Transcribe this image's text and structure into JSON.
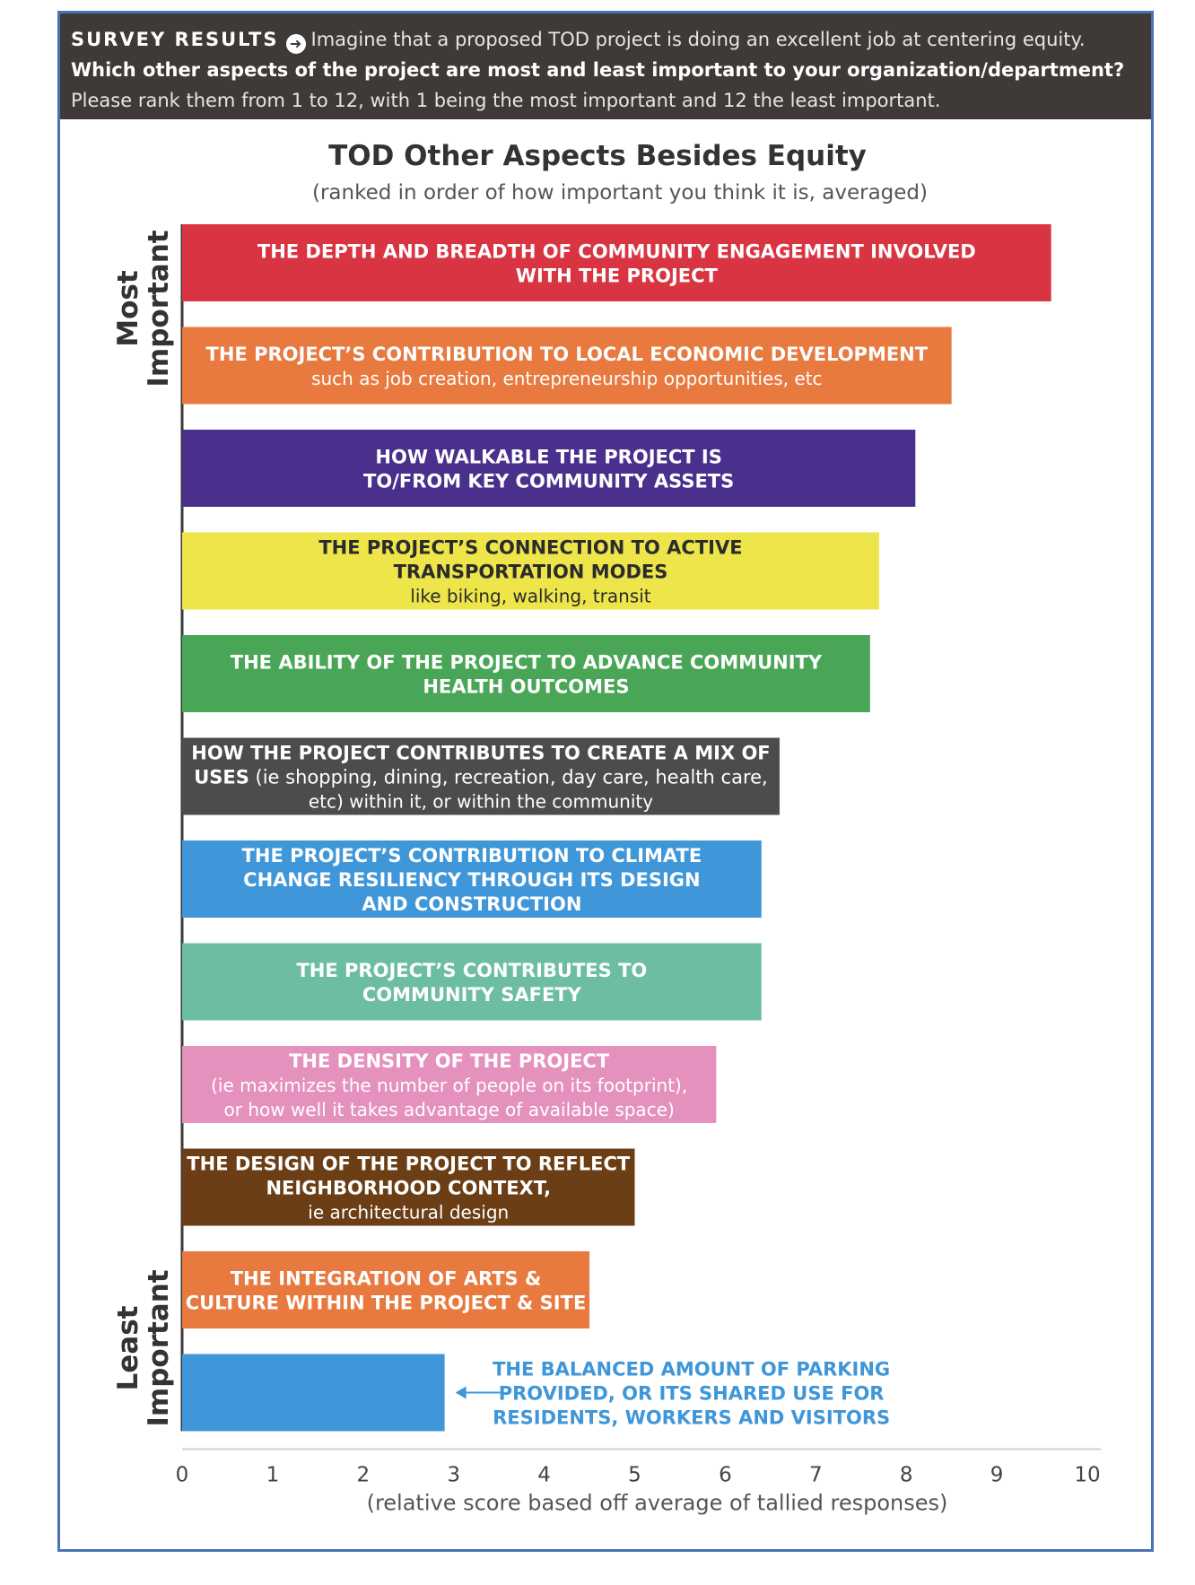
{
  "header": {
    "tag": "SURVEY RESULTS",
    "line1": "Imagine that a proposed TOD project is doing an excellent job at centering equity.",
    "line2": "Which other aspects of the project are most and least important to your organization/department?",
    "line3": "Please rank them from 1 to 12, with 1 being the most important and 12 the least important.",
    "icon": "circle-arrow-right-icon"
  },
  "side_labels": {
    "top": [
      "Most",
      "Important"
    ],
    "bottom": [
      "Least",
      "Important"
    ]
  },
  "chart_data": {
    "type": "bar",
    "orientation": "horizontal",
    "title": "TOD Other Aspects Besides Equity",
    "subtitle": "(ranked in order of how important you think it is, averaged)",
    "xlabel": "(relative score based off average of tallied responses)",
    "xlim": [
      0,
      10
    ],
    "xticks": [
      0,
      1,
      2,
      3,
      4,
      5,
      6,
      7,
      8,
      9,
      10
    ],
    "grid": false,
    "bars": [
      {
        "value": 9.6,
        "color": "#d93442",
        "text_color": "#ffffff",
        "label": [
          "THE DEPTH AND BREADTH OF COMMUNITY ENGAGEMENT INVOLVED",
          "WITH THE PROJECT"
        ],
        "sub": []
      },
      {
        "value": 8.5,
        "color": "#e8793f",
        "text_color": "#ffffff",
        "label": [
          "THE PROJECT’S CONTRIBUTION TO LOCAL ECONOMIC DEVELOPMENT"
        ],
        "sub": [
          "such as job creation, entrepreneurship opportunities, etc"
        ]
      },
      {
        "value": 8.1,
        "color": "#4a2f8c",
        "text_color": "#ffffff",
        "label": [
          "HOW WALKABLE THE PROJECT IS",
          "TO/FROM KEY COMMUNITY ASSETS"
        ],
        "sub": []
      },
      {
        "value": 7.7,
        "color": "#ede54a",
        "text_color": "#2b2b2b",
        "label": [
          "THE PROJECT’S CONNECTION TO ACTIVE",
          "TRANSPORTATION MODES"
        ],
        "sub": [
          "like biking, walking, transit"
        ]
      },
      {
        "value": 7.6,
        "color": "#4aa657",
        "text_color": "#ffffff",
        "label": [
          "THE ABILITY OF THE PROJECT TO ADVANCE COMMUNITY",
          "HEALTH OUTCOMES"
        ],
        "sub": []
      },
      {
        "value": 6.6,
        "color": "#4c4c4e",
        "text_color": "#ffffff",
        "label": [
          "HOW THE PROJECT CONTRIBUTES TO CREATE A MIX OF"
        ],
        "mixed": {
          "bold": "USES",
          "rest": " (ie shopping, dining, recreation, day care, health care,"
        },
        "sub": [
          "etc) within it, or within the community"
        ]
      },
      {
        "value": 6.4,
        "color": "#3f96d8",
        "text_color": "#ffffff",
        "label": [
          "THE PROJECT’S CONTRIBUTION TO CLIMATE",
          "CHANGE RESILIENCY THROUGH ITS DESIGN",
          "AND CONSTRUCTION"
        ],
        "sub": []
      },
      {
        "value": 6.4,
        "color": "#6dbda5",
        "text_color": "#ffffff",
        "label": [
          "THE PROJECT’S CONTRIBUTES TO",
          "COMMUNITY SAFETY"
        ],
        "sub": []
      },
      {
        "value": 5.9,
        "color": "#e591be",
        "text_color": "#ffffff",
        "label": [
          "THE DENSITY OF THE PROJECT"
        ],
        "sub": [
          "(ie maximizes the number of people on its footprint),",
          "or how well it takes advantage of available space)"
        ]
      },
      {
        "value": 5.0,
        "color": "#6b3e16",
        "text_color": "#ffffff",
        "label": [
          "THE DESIGN OF THE PROJECT TO REFLECT",
          "NEIGHBORHOOD CONTEXT,"
        ],
        "sub": [
          "ie architectural design"
        ]
      },
      {
        "value": 4.5,
        "color": "#e8793f",
        "text_color": "#ffffff",
        "label": [
          "THE INTEGRATION OF ARTS &",
          "CULTURE WITHIN THE PROJECT & SITE"
        ],
        "sub": []
      },
      {
        "value": 2.9,
        "color": "#3f96d8",
        "text_color": "#3f96d8",
        "label_outside": true,
        "label": [
          "THE BALANCED AMOUNT OF PARKING",
          "PROVIDED, OR ITS SHARED USE FOR",
          "RESIDENTS, WORKERS AND VISITORS"
        ],
        "sub": []
      }
    ]
  }
}
